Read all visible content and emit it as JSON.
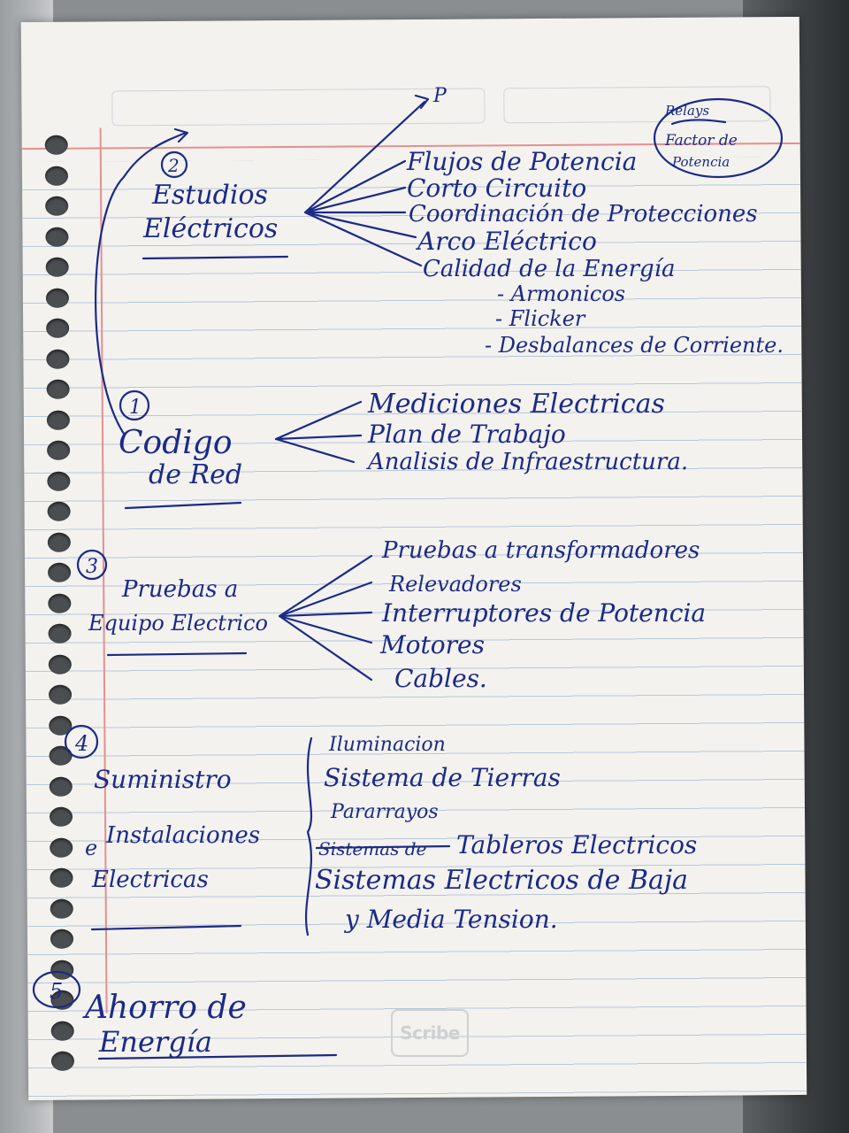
{
  "colors": {
    "ink": "#1c2a86",
    "paper": "#f3f2ee",
    "rule": "#b8c7da",
    "margin": "#e49090"
  },
  "sections": {
    "estudios": {
      "number": "2",
      "title_line1": "Estudios",
      "title_line2": "Eléctricos",
      "top_branch": "P",
      "items": [
        "Flujos de Potencia",
        "Corto Circuito",
        "Coordinación de Protecciones",
        "Arco Eléctrico",
        "Calidad de la Energía"
      ],
      "subitems": [
        "- Armonicos",
        "- Flicker",
        "- Desbalances de Corriente."
      ],
      "note": {
        "line1": "Relays",
        "line2": "Factor de",
        "line3": "Potencia"
      }
    },
    "codigo": {
      "number": "1",
      "title_line1": "Codigo",
      "title_line2": "de Red",
      "items": [
        "Mediciones Electricas",
        "Plan de Trabajo",
        "Analisis de Infraestructura."
      ]
    },
    "pruebas": {
      "number": "3",
      "title_line1": "Pruebas a",
      "title_line2": "Equipo Electrico",
      "items": [
        "Pruebas a transformadores",
        "Relevadores",
        "Interruptores de Potencia",
        "Motores",
        "Cables."
      ]
    },
    "suministro": {
      "number": "4",
      "title_line1": "Suministro",
      "title_line2": "Instalaciones",
      "title_prefix": "e",
      "title_line3": "Electricas",
      "items": [
        "Iluminacion",
        "Sistema de Tierras",
        "Pararrayos",
        "Tableros Electricos",
        "Sistemas Electricos de Baja",
        "y Media Tension."
      ],
      "struck_text": "Sistemas de"
    },
    "ahorro": {
      "number": "5",
      "title_line1": "Ahorro de",
      "title_line2": "Energía"
    }
  },
  "watermark": {
    "text": "Scribe"
  }
}
